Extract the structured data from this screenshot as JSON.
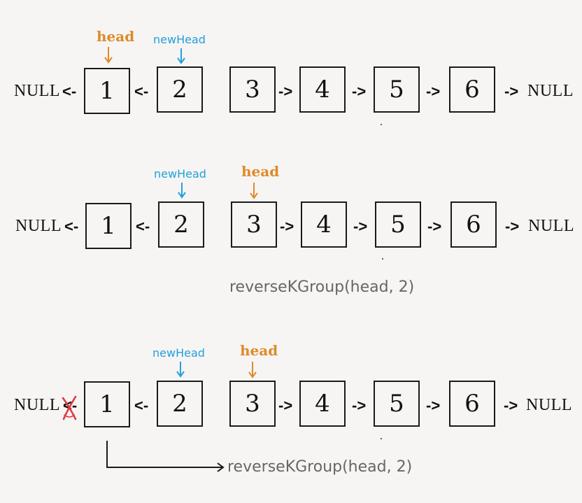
{
  "labels": {
    "null": "NULL",
    "head": "head",
    "new_head": "newHead",
    "call": "reverseKGroup(head, 2)"
  },
  "arrows": {
    "back": "<-",
    "forward": "->"
  },
  "nodes": [
    "1",
    "2",
    "3",
    "4",
    "5",
    "6"
  ],
  "colors": {
    "head": "#e08a2a",
    "new_head": "#22a0dc",
    "cross": "#e0393f",
    "call_text": "#666666"
  }
}
